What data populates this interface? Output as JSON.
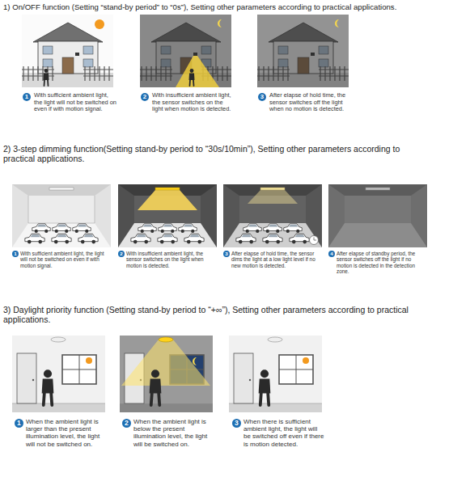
{
  "diagram": {
    "nodes": [
      {
        "text": [
          "1"
        ]
      },
      {
        "text": [
          "2"
        ]
      },
      {
        "text": [
          "3"
        ]
      },
      {
        "text": [
          "1"
        ]
      },
      {
        "text": [
          "2"
        ]
      },
      {
        "text": [
          "3"
        ]
      },
      {
        "text": [
          "4"
        ]
      },
      {
        "text": [
          "1"
        ]
      },
      {
        "text": [
          "2"
        ]
      },
      {
        "text": [
          "3"
        ]
      }
    ],
    "labels": [
      "1) On/OFF function (Setting “stand-by period” to “0s”), Setting other parameters according to practical applications.",
      "With sufficient ambient light, the light will not be switched on even if with motion signal.",
      "With insufficient ambient light, the sensor switches on the light when motion is detected.",
      "After elapse of hold time, the sensor switches off the light when no motion is detected.",
      "2) 3-step dimming function(Setting stand-by period to “30s/10min”), Setting other parameters according to practical applications.",
      "With sufficient ambient light, the light will not be switched on even if with motion signal.",
      "With insufficient ambient light, the sensor switches on the light when motion is detected.",
      "After elapse of hold time, the sensor dims the light at a low light level if no new motion is detected.",
      "After elapse of standby period, the sensor switches off the light if no motion is detected in the detection zone.",
      "3) Daylight priority function (Setting stand-by period to “+∞”), Setting other parameters according to practical applications.",
      "When the ambient light is larger than the present illumination level, the light will not be switched on.",
      "When the ambient light is below the present illumination level, the light will be switched on.",
      "When there is sufficient ambient light, the light will be switched off even if there is motion detected."
    ]
  }
}
